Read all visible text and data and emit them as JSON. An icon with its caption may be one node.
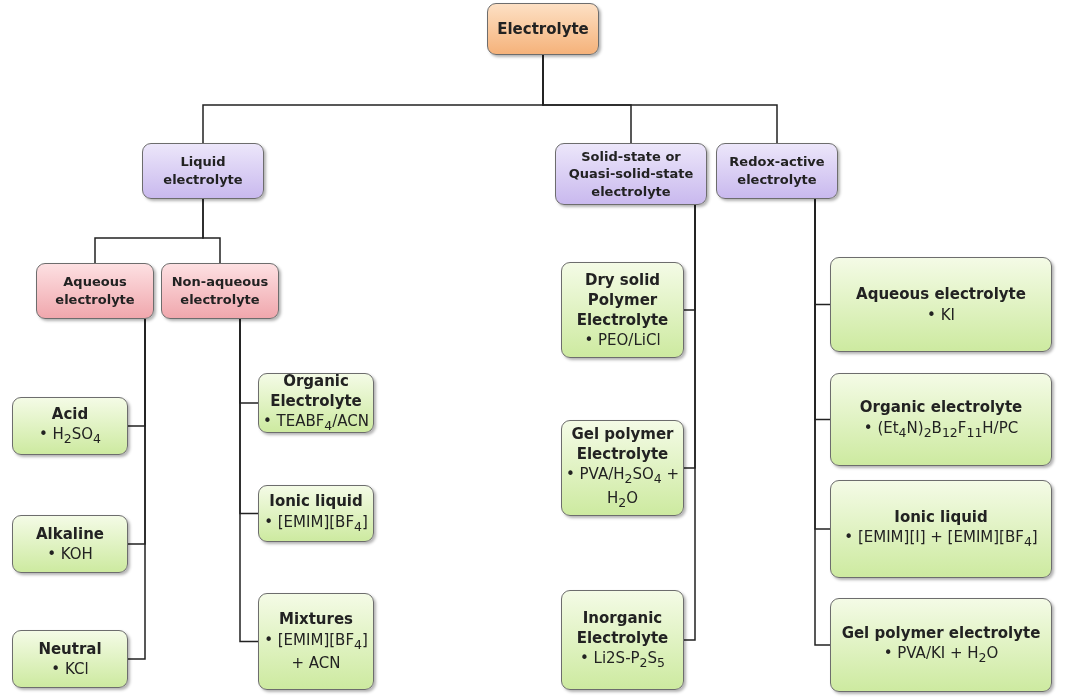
{
  "diagram": {
    "nodes": [
      {
        "text": [
          "Electrolyte"
        ]
      },
      {
        "text": [
          "Liquid electrolyte"
        ]
      },
      {
        "text": [
          "Solid-state or Quasi-solid-state electrolyte"
        ]
      },
      {
        "text": [
          "Redox-active electrolyte"
        ]
      },
      {
        "text": [
          "Aqueous electrolyte"
        ]
      },
      {
        "text": [
          "Non-aqueous electrolyte"
        ]
      },
      {
        "text": [
          "Acid",
          "• H$_{2}$SO$_{4}$"
        ]
      },
      {
        "text": [
          "Alkaline",
          "• KOH"
        ]
      },
      {
        "text": [
          "Neutral",
          "• KCl"
        ]
      },
      {
        "text": [
          "Organic Electrolyte",
          "• TEABF$_{4}$/ACN"
        ]
      },
      {
        "text": [
          "Ionic liquid",
          "• [EMIM][BF$_{4}$]"
        ]
      },
      {
        "text": [
          "Mixtures",
          "• [EMIM][BF$_{4}$] + ACN"
        ]
      },
      {
        "text": [
          "Dry solid Polymer Electrolyte",
          "• PEO/LiCl"
        ]
      },
      {
        "text": [
          "Gel polymer Electrolyte",
          "• PVA/H$_{2}$SO$_{4}$ + H$_{2}$O"
        ]
      },
      {
        "text": [
          "Inorganic Electrolyte",
          "• Li2S-P$_{2}$S$_{5}$"
        ]
      },
      {
        "text": [
          "Aqueous electrolyte",
          "• KI"
        ]
      },
      {
        "text": [
          "Organic electrolyte",
          "• (Et$_{4}$N)$_{2}$B$_{12}$F$_{11}$H/PC"
        ]
      },
      {
        "text": [
          "Ionic liquid",
          "• [EMIM][I] + [EMIM][BF$_{4}$]"
        ]
      },
      {
        "text": [
          "Gel polymer electrolyte",
          "• PVA/KI + H$_{2}$O"
        ]
      }
    ],
    "edges": [
      {
        "from": 0,
        "to": 1,
        "arrow": "none"
      },
      {
        "from": 0,
        "to": 2,
        "arrow": "none"
      },
      {
        "from": 0,
        "to": 3,
        "arrow": "none"
      },
      {
        "from": 1,
        "to": 4,
        "arrow": "none"
      },
      {
        "from": 1,
        "to": 5,
        "arrow": "none"
      },
      {
        "from": 4,
        "to": 6,
        "arrow": "none"
      },
      {
        "from": 4,
        "to": 7,
        "arrow": "none"
      },
      {
        "from": 4,
        "to": 8,
        "arrow": "none"
      },
      {
        "from": 5,
        "to": 9,
        "arrow": "none"
      },
      {
        "from": 5,
        "to": 10,
        "arrow": "none"
      },
      {
        "from": 5,
        "to": 11,
        "arrow": "none"
      },
      {
        "from": 2,
        "to": 12,
        "arrow": "none"
      },
      {
        "from": 2,
        "to": 13,
        "arrow": "none"
      },
      {
        "from": 2,
        "to": 14,
        "arrow": "none"
      },
      {
        "from": 3,
        "to": 15,
        "arrow": "none"
      },
      {
        "from": 3,
        "to": 16,
        "arrow": "none"
      },
      {
        "from": 3,
        "to": 17,
        "arrow": "none"
      },
      {
        "from": 3,
        "to": 18,
        "arrow": "none"
      }
    ]
  }
}
